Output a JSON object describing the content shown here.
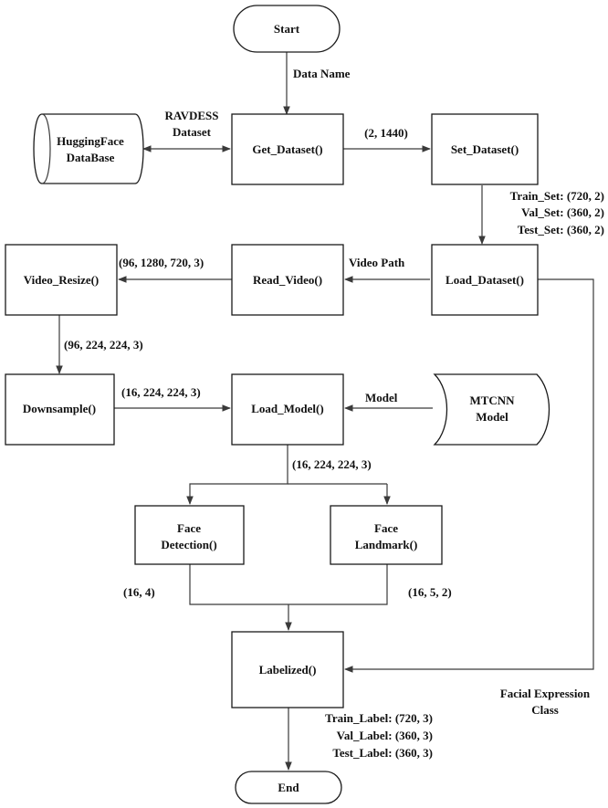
{
  "nodes": {
    "start": "Start",
    "huggingface": [
      "HuggingFace",
      "DataBase"
    ],
    "get_dataset": "Get_Dataset()",
    "set_dataset": "Set_Dataset()",
    "load_dataset": "Load_Dataset()",
    "read_video": "Read_Video()",
    "video_resize": "Video_Resize()",
    "downsample": "Downsample()",
    "load_model": "Load_Model()",
    "mtcnn": [
      "MTCNN",
      "Model"
    ],
    "face_detection": [
      "Face",
      "Detection()"
    ],
    "face_landmark": [
      "Face",
      "Landmark()"
    ],
    "labelized": "Labelized()",
    "end": "End"
  },
  "labels": {
    "data_name": "Data Name",
    "ravdess": [
      "RAVDESS",
      "Dataset"
    ],
    "shape_2_1440": "(2, 1440)",
    "split_sets": [
      "Train_Set: (720, 2)",
      "Val_Set: (360, 2)",
      "Test_Set: (360, 2)"
    ],
    "video_path": "Video Path",
    "shape_raw": "(96, 1280, 720, 3)",
    "shape_resized": "(96, 224, 224, 3)",
    "shape_down": "(16, 224, 224, 3)",
    "model": "Model",
    "shape_model_out": "(16, 224, 224, 3)",
    "shape_detect": "(16, 4)",
    "shape_landmark": "(16, 5, 2)",
    "facial_expression": [
      "Facial Expression",
      "Class"
    ],
    "split_labels": [
      "Train_Label: (720, 3)",
      "Val_Label: (360, 3)",
      "Test_Label: (360, 3)"
    ]
  }
}
